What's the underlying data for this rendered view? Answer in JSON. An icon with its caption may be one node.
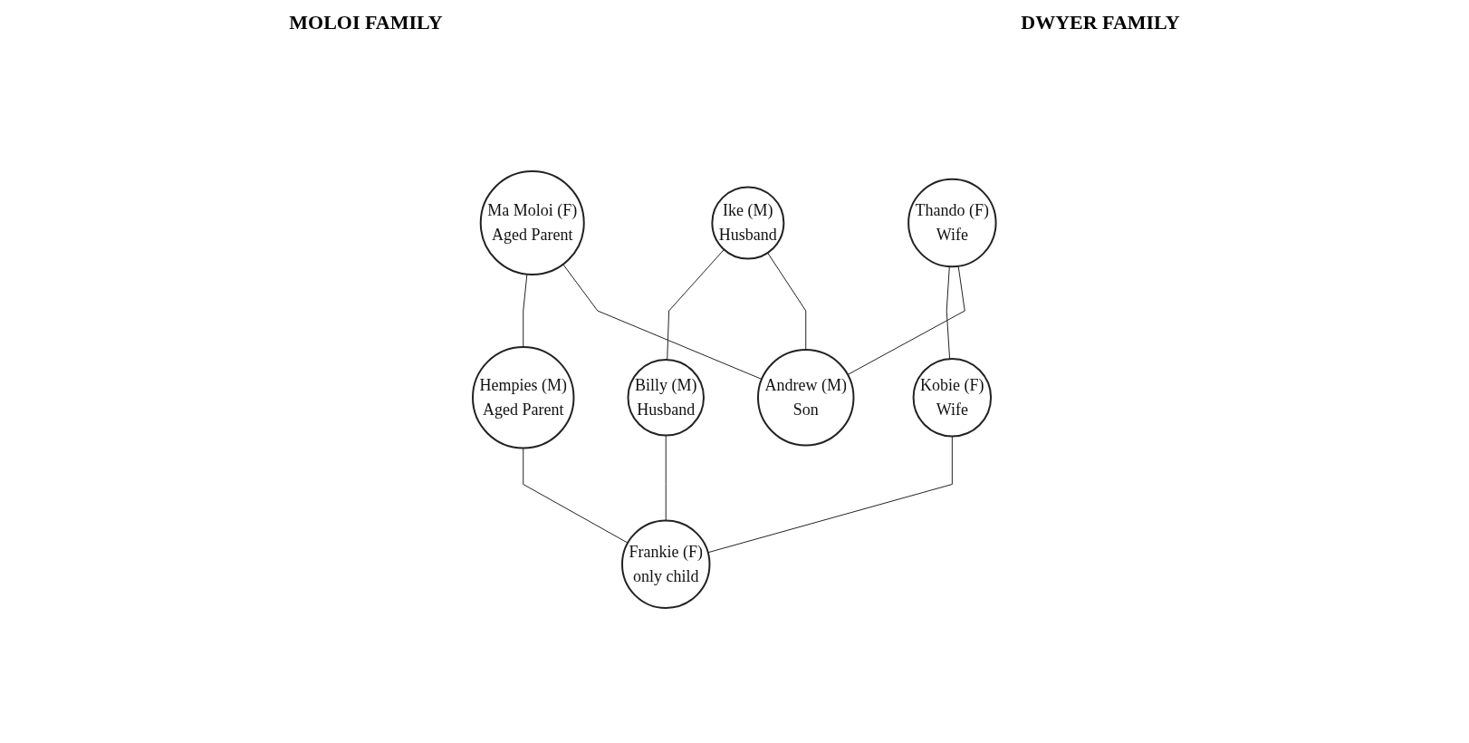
{
  "diagram": {
    "nodes": [
      {
        "text": [
          "Ma Moloi (F)",
          "Aged Parent"
        ]
      },
      {
        "text": [
          "Hempies (M)",
          "Aged Parent"
        ]
      },
      {
        "text": [
          "Ike (M)",
          "Husband"
        ]
      },
      {
        "text": [
          "Thando (F)",
          "Wife"
        ]
      },
      {
        "text": [
          "Billy (M)",
          "Husband"
        ]
      },
      {
        "text": [
          "Kobie (F)",
          "Wife"
        ]
      },
      {
        "text": [
          "Andrew (M)",
          "Son"
        ]
      },
      {
        "text": [
          "Frankie (F)",
          "only child"
        ]
      }
    ],
    "edges": [
      {
        "from": 0,
        "to": 1,
        "arrow": "none"
      },
      {
        "from": 0,
        "to": 6,
        "arrow": "none"
      },
      {
        "from": 1,
        "to": 7,
        "arrow": "none"
      },
      {
        "from": 2,
        "to": 4,
        "arrow": "none"
      },
      {
        "from": 3,
        "to": 5,
        "arrow": "none"
      },
      {
        "from": 2,
        "to": 6,
        "arrow": "none"
      },
      {
        "from": 3,
        "to": 6,
        "arrow": "none"
      },
      {
        "from": 4,
        "to": 7,
        "arrow": "none"
      },
      {
        "from": 5,
        "to": 7,
        "arrow": "none"
      }
    ],
    "labels": [
      "MOLOI FAMILY",
      "DWYER FAMILY"
    ]
  }
}
